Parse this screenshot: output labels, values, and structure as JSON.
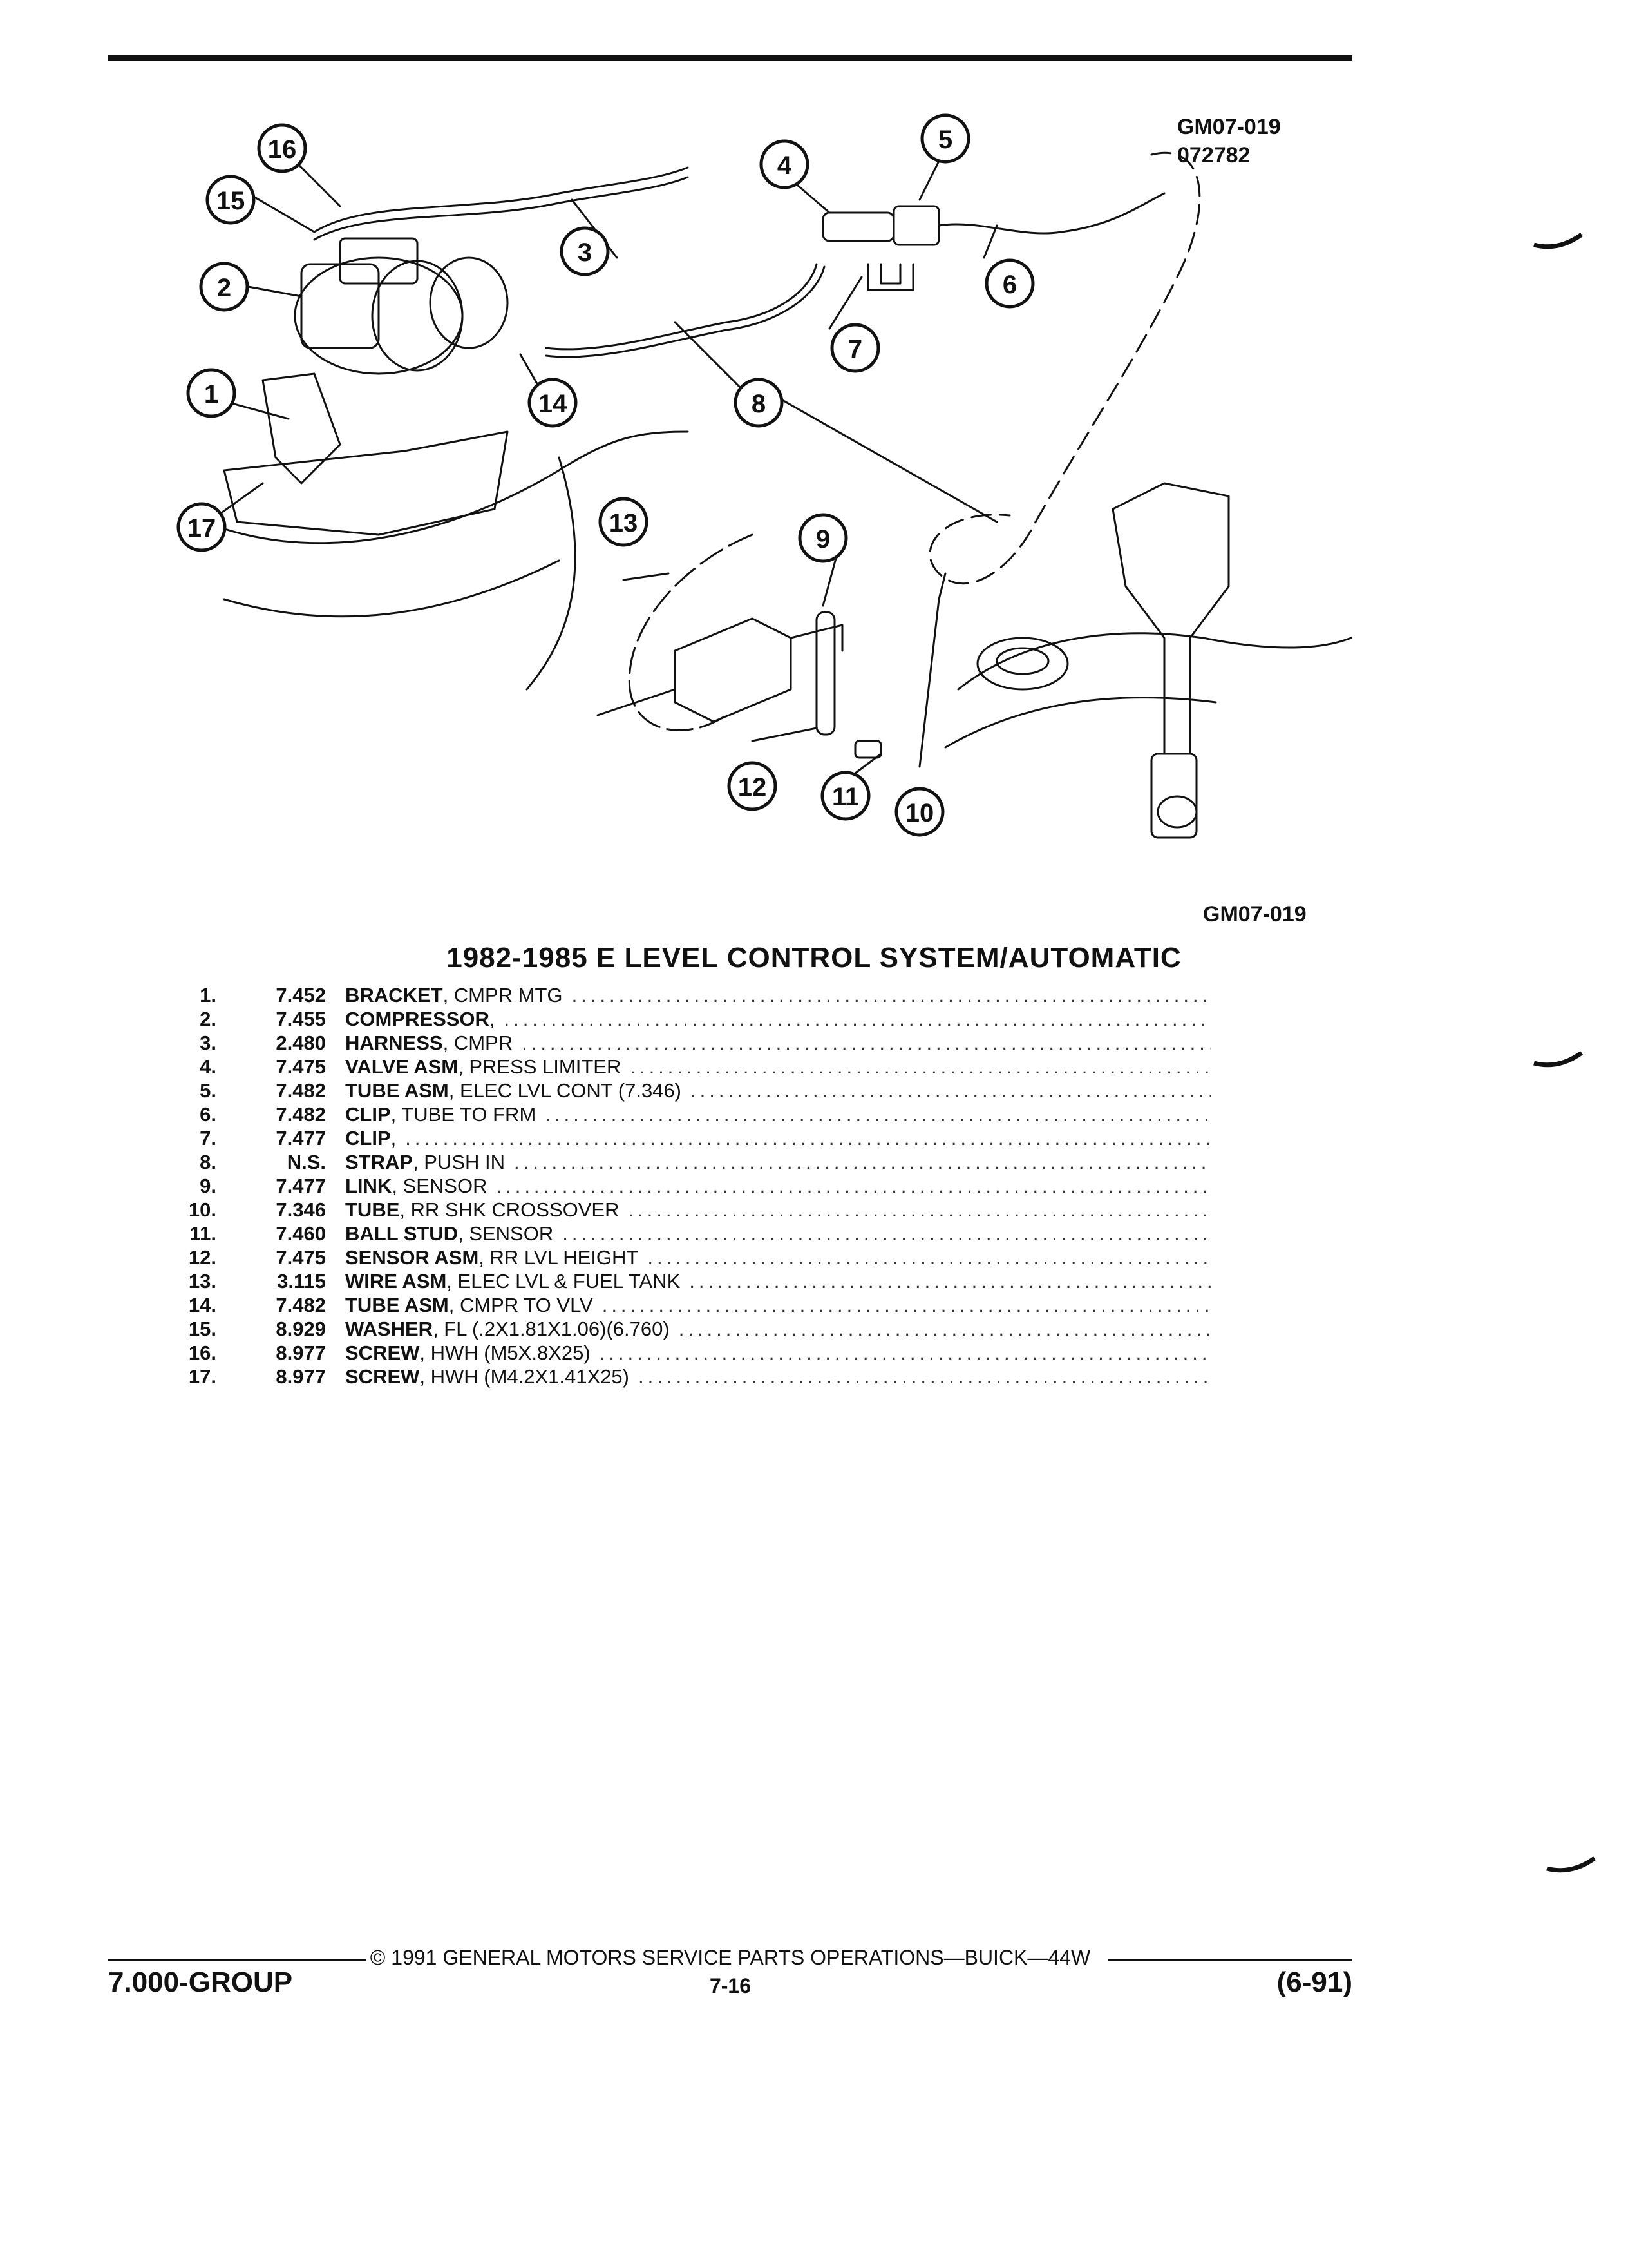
{
  "diagram": {
    "code_top": "GM07-019",
    "date_code": "072782",
    "code_bottom": "GM07-019",
    "callouts": [
      "1",
      "2",
      "3",
      "4",
      "5",
      "6",
      "7",
      "8",
      "9",
      "10",
      "11",
      "12",
      "13",
      "14",
      "15",
      "16",
      "17"
    ]
  },
  "title": "1982-1985 E LEVEL CONTROL SYSTEM/AUTOMATIC",
  "parts": [
    {
      "num": "1.",
      "group": "7.452",
      "name": "BRACKET",
      "desc": ", CMPR MTG"
    },
    {
      "num": "2.",
      "group": "7.455",
      "name": "COMPRESSOR",
      "desc": ","
    },
    {
      "num": "3.",
      "group": "2.480",
      "name": "HARNESS",
      "desc": ", CMPR"
    },
    {
      "num": "4.",
      "group": "7.475",
      "name": "VALVE ASM",
      "desc": ", PRESS LIMITER"
    },
    {
      "num": "5.",
      "group": "7.482",
      "name": "TUBE ASM",
      "desc": ", ELEC LVL CONT (7.346)"
    },
    {
      "num": "6.",
      "group": "7.482",
      "name": "CLIP",
      "desc": ", TUBE TO FRM"
    },
    {
      "num": "7.",
      "group": "7.477",
      "name": "CLIP",
      "desc": ","
    },
    {
      "num": "8.",
      "group": "N.S.",
      "name": "STRAP",
      "desc": ", PUSH IN"
    },
    {
      "num": "9.",
      "group": "7.477",
      "name": "LINK",
      "desc": ", SENSOR"
    },
    {
      "num": "10.",
      "group": "7.346",
      "name": "TUBE",
      "desc": ", RR SHK CROSSOVER"
    },
    {
      "num": "11.",
      "group": "7.460",
      "name": "BALL STUD",
      "desc": ", SENSOR"
    },
    {
      "num": "12.",
      "group": "7.475",
      "name": "SENSOR ASM",
      "desc": ", RR LVL HEIGHT"
    },
    {
      "num": "13.",
      "group": "3.115",
      "name": "WIRE ASM",
      "desc": ", ELEC LVL & FUEL TANK"
    },
    {
      "num": "14.",
      "group": "7.482",
      "name": "TUBE ASM",
      "desc": ", CMPR TO VLV"
    },
    {
      "num": "15.",
      "group": "8.929",
      "name": "WASHER",
      "desc": ", FL (.2X1.81X1.06)(6.760)"
    },
    {
      "num": "16.",
      "group": "8.977",
      "name": "SCREW",
      "desc": ", HWH (M5X.8X25)"
    },
    {
      "num": "17.",
      "group": "8.977",
      "name": "SCREW",
      "desc": ", HWH (M4.2X1.41X25)"
    }
  ],
  "footer": {
    "copyright": "© 1991 GENERAL MOTORS SERVICE PARTS OPERATIONS—BUICK—44W",
    "page": "7-16",
    "group": "7.000-GROUP",
    "revision": "(6-91)"
  }
}
